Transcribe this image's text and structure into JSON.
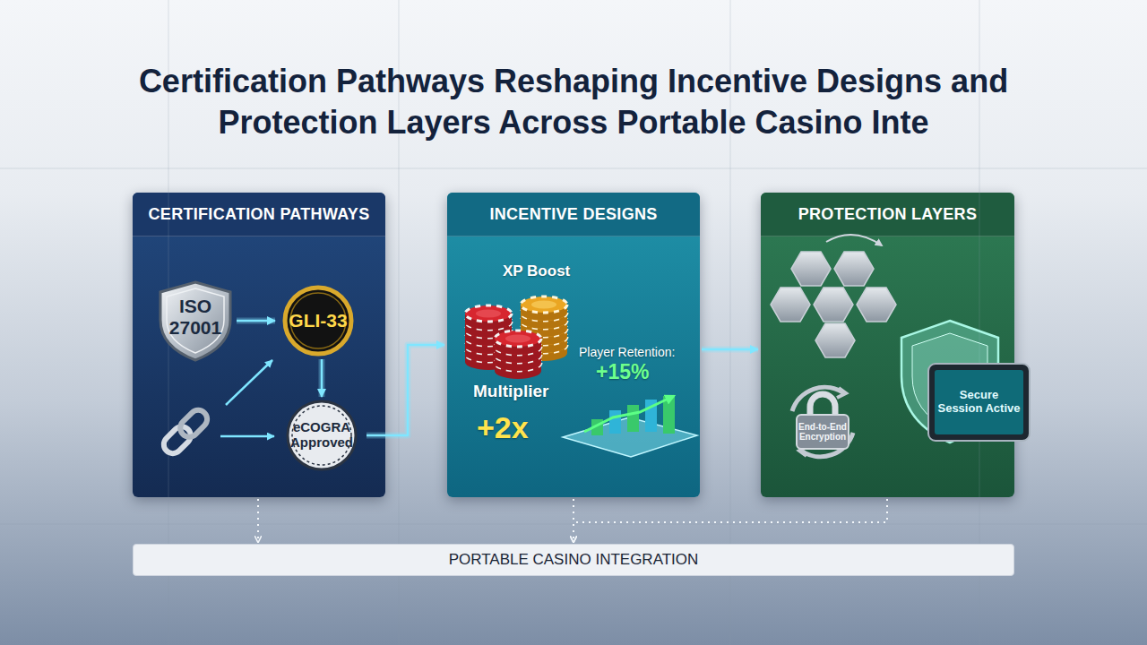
{
  "diagram": {
    "title": "Certification Pathways Reshaping Incentive Designs and Protection Layers Across Portable Casino Inte",
    "nodes": [
      {
        "text": [
          "CERTIFICATION PATHWAYS"
        ]
      },
      {
        "text": [
          "ISO 27001"
        ],
        "in": 0
      },
      {
        "text": [
          "GLI-33"
        ],
        "in": 0
      },
      {
        "text": [
          "eCOGRA Approved"
        ],
        "in": 0
      },
      {
        "text": [
          "INCENTIVE DESIGNS",
          "XP Boost",
          "Player Retention:",
          "+15%",
          "Multiplier",
          "+2x"
        ]
      },
      {
        "text": [
          "PROTECTION LAYERS"
        ]
      },
      {
        "text": [
          "End-to-End Encryption"
        ],
        "in": 5
      },
      {
        "text": [
          "Secure Session Active"
        ],
        "in": 5
      },
      {
        "text": [
          "PORTABLE CASINO INTEGRATION"
        ]
      }
    ],
    "edges": [
      {
        "from": 1,
        "to": 2,
        "arrow": "to"
      },
      {
        "from": 2,
        "to": 3,
        "arrow": "to"
      },
      {
        "from": 3,
        "to": 4,
        "arrow": "to"
      },
      {
        "from": 4,
        "to": 5,
        "arrow": "to"
      },
      {
        "from": 0,
        "to": 8,
        "arrow": "to"
      },
      {
        "from": 4,
        "to": 8,
        "arrow": "to"
      },
      {
        "from": 5,
        "to": 8,
        "arrow": "to"
      }
    ]
  }
}
